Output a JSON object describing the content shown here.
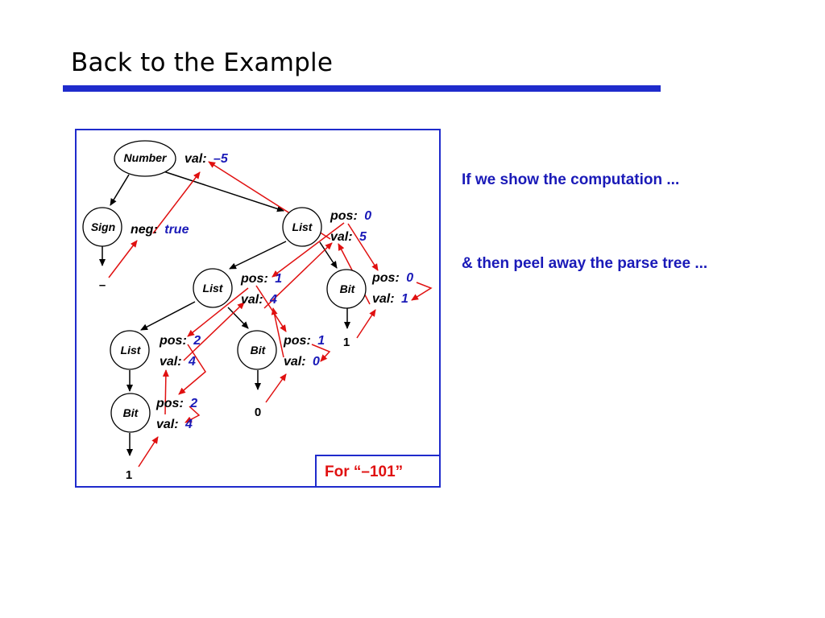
{
  "slide": {
    "title": "Back to the Example",
    "note_computation": "If we show the computation ...",
    "note_peel": "& then peel away the parse tree ...",
    "caption": "For “–101”"
  },
  "tree": {
    "number_label": "Number",
    "number_val_name": "val:",
    "number_val": "–5",
    "sign_label": "Sign",
    "sign_neg_name": "neg:",
    "sign_neg": "true",
    "sign_leaf": "–",
    "list_top_label": "List",
    "list_top_pos_name": "pos:",
    "list_top_pos": "0",
    "list_top_val_name": "val:",
    "list_top_val": "5",
    "list_mid_label": "List",
    "list_mid_pos_name": "pos:",
    "list_mid_pos": "1",
    "list_mid_val_name": "val:",
    "list_mid_val": "4",
    "bit_right_label": "Bit",
    "bit_right_pos_name": "pos:",
    "bit_right_pos": "0",
    "bit_right_val_name": "val:",
    "bit_right_val": "1",
    "bit_right_leaf": "1",
    "list_bottom_label": "List",
    "list_bottom_pos_name": "pos:",
    "list_bottom_pos": "2",
    "list_bottom_val_name": "val:",
    "list_bottom_val": "4",
    "bit_mid_label": "Bit",
    "bit_mid_pos_name": "pos:",
    "bit_mid_pos": "1",
    "bit_mid_val_name": "val:",
    "bit_mid_val": "0",
    "bit_mid_leaf": "0",
    "bit_bottom_label": "Bit",
    "bit_bottom_pos_name": "pos:",
    "bit_bottom_pos": "2",
    "bit_bottom_val_name": "val:",
    "bit_bottom_val": "4",
    "bit_bottom_leaf": "1"
  },
  "colors": {
    "accent_blue": "#1a1ab8",
    "rule_blue": "#1f2bcc",
    "flow_red": "#e01010",
    "edge_black": "#000000"
  }
}
